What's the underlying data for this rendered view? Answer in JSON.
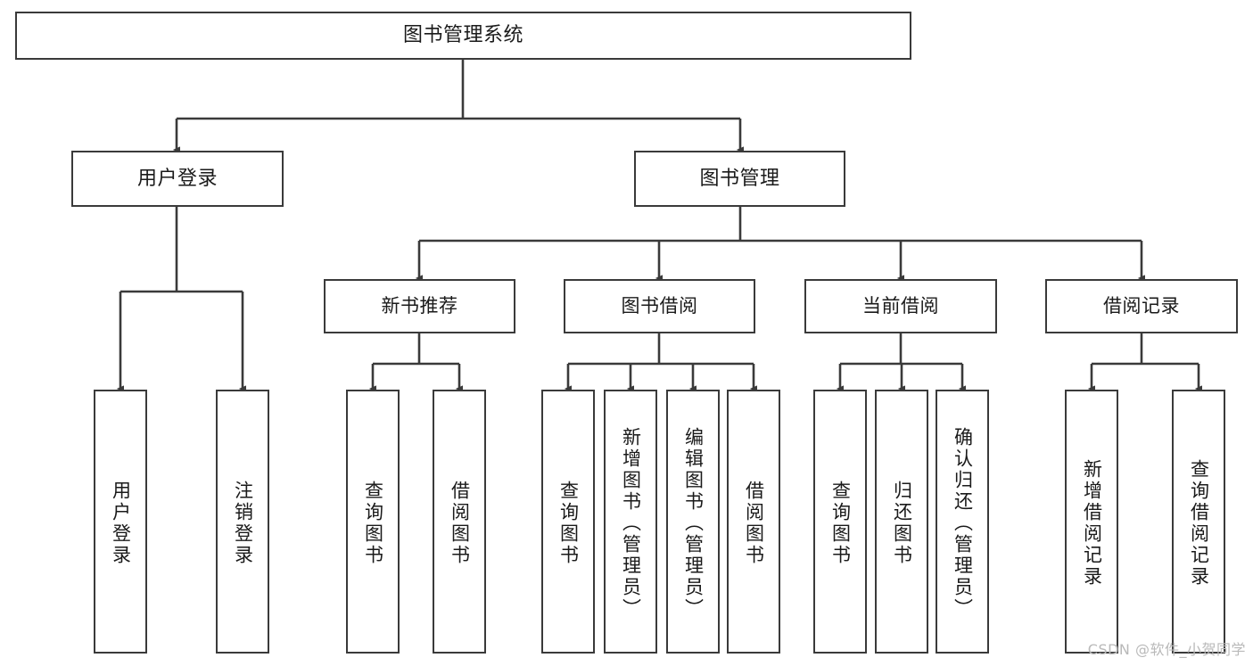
{
  "diagram": {
    "title": "图书管理系统",
    "type": "tree",
    "watermark": "CSDN @软件_小贺同学",
    "colors": {
      "box_border": "#3a3a3a",
      "box_fill": "#ffffff",
      "connector": "#3a3a3a",
      "text": "#1a1a1a",
      "watermark": "#b9b9b9"
    },
    "nodes": {
      "root": {
        "label": "图书管理系统"
      },
      "level2": [
        {
          "id": "user-login",
          "label": "用户登录"
        },
        {
          "id": "book-manage",
          "label": "图书管理"
        }
      ],
      "level3": [
        {
          "id": "new-book-recommend",
          "label": "新书推荐"
        },
        {
          "id": "book-borrow",
          "label": "图书借阅"
        },
        {
          "id": "current-borrow",
          "label": "当前借阅"
        },
        {
          "id": "borrow-record",
          "label": "借阅记录"
        }
      ],
      "leaves": {
        "user-login": [
          {
            "id": "leaf-user-login",
            "label": "用户登录"
          },
          {
            "id": "leaf-user-logout",
            "label": "注销登录"
          }
        ],
        "new-book-recommend": [
          {
            "id": "leaf-query-book-1",
            "label": "查询图书"
          },
          {
            "id": "leaf-borrow-book-1",
            "label": "借阅图书"
          }
        ],
        "book-borrow": [
          {
            "id": "leaf-query-book-2",
            "label": "查询图书"
          },
          {
            "id": "leaf-add-book",
            "label": "新增图书（管理员）"
          },
          {
            "id": "leaf-edit-book",
            "label": "编辑图书（管理员）"
          },
          {
            "id": "leaf-borrow-book-2",
            "label": "借阅图书"
          }
        ],
        "current-borrow": [
          {
            "id": "leaf-query-book-3",
            "label": "查询图书"
          },
          {
            "id": "leaf-return-book",
            "label": "归还图书"
          },
          {
            "id": "leaf-confirm-return",
            "label": "确认归还（管理员）"
          }
        ],
        "borrow-record": [
          {
            "id": "leaf-add-record",
            "label": "新增借阅记录"
          },
          {
            "id": "leaf-query-record",
            "label": "查询借阅记录"
          }
        ]
      }
    }
  }
}
